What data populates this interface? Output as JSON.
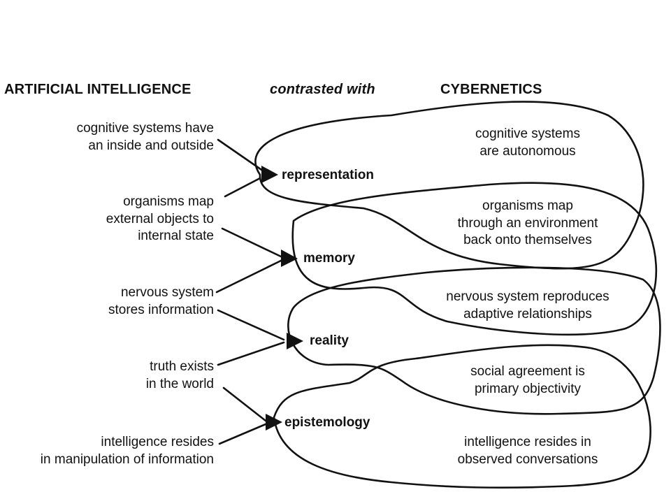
{
  "headings": {
    "left": "ARTIFICIAL INTELLIGENCE",
    "middle": "contrasted with",
    "right": "CYBERNETICS"
  },
  "ai_claims": [
    [
      "cognitive systems have",
      "an inside and outside"
    ],
    [
      "organisms map",
      "external objects to",
      "internal state"
    ],
    [
      "nervous system",
      "stores information"
    ],
    [
      "truth exists",
      "in the world"
    ],
    [
      "intelligence resides",
      "in manipulation of information"
    ]
  ],
  "concepts": [
    "representation",
    "memory",
    "reality",
    "epistemology"
  ],
  "cybernetics_claims": [
    [
      "cognitive systems",
      "are autonomous"
    ],
    [
      "organisms map",
      "through an environment",
      "back onto themselves"
    ],
    [
      "nervous system reproduces",
      "adaptive relationships"
    ],
    [
      "social agreement is",
      "primary objectivity"
    ],
    [
      "intelligence resides in",
      "observed conversations"
    ]
  ],
  "colors": {
    "ink": "#111111",
    "background": "#ffffff"
  }
}
